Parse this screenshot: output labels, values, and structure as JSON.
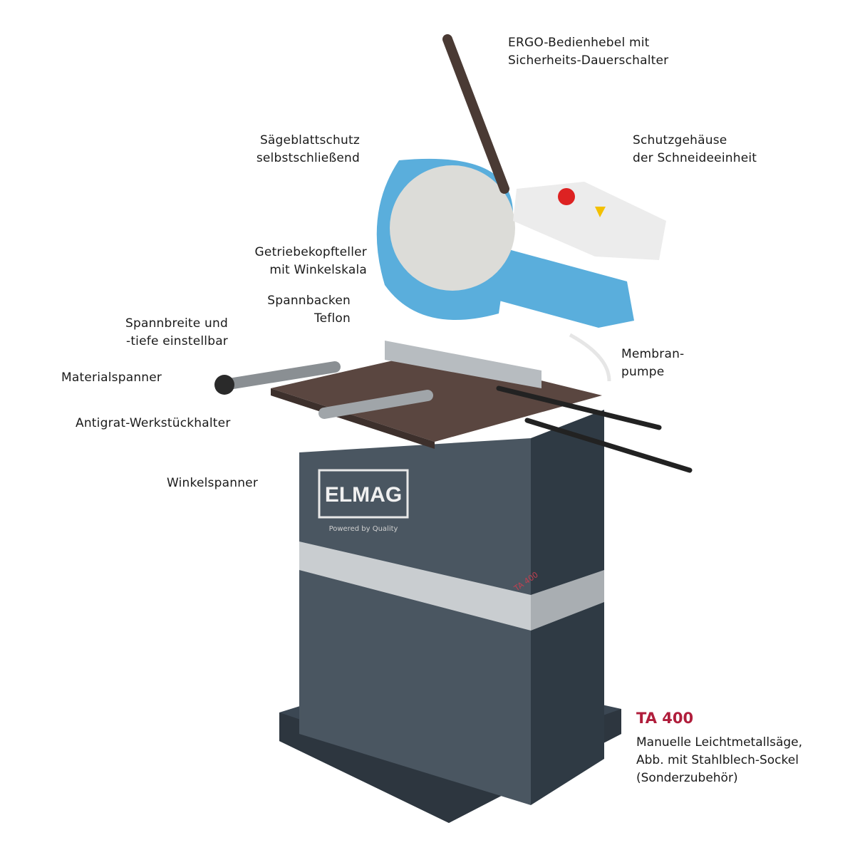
{
  "brand": {
    "logo_text": "ELMAG",
    "logo_tagline": "Powered by Quality",
    "model_badge": "TA 400"
  },
  "labels": {
    "ergo_hebel": [
      "ERGO-Bedienhebel mit",
      "Sicherheits-Dauerschalter"
    ],
    "saegeblattschutz": [
      "Sägeblattschutz",
      "selbstschließend"
    ],
    "schutzgehaeuse": [
      "Schutzgehäuse",
      "der Schneideeinheit"
    ],
    "getriebekopfteller": [
      "Getriebekopfteller",
      "mit Winkelskala"
    ],
    "spannbacken": [
      "Spannbacken",
      "Teflon"
    ],
    "spannbreite": [
      "Spannbreite und",
      "-tiefe einstellbar"
    ],
    "materialspanner": [
      "Materialspanner"
    ],
    "antigrat": [
      "Antigrat-Werkstückhalter"
    ],
    "winkelspanner": [
      "Winkelspanner"
    ],
    "membranpumpe": [
      "Membran-",
      "pumpe"
    ]
  },
  "product": {
    "title": "TA 400",
    "description": [
      "Manuelle Leichtmetallsäge,",
      "Abb. mit Stahlblech-Sockel",
      "(Sonderzubehör)"
    ]
  },
  "colors": {
    "accent_blue": "#5aaedc",
    "cabinet_dark": "#3a4550",
    "stripe_grey": "#c9cdd0",
    "title_red": "#b01e3c"
  }
}
